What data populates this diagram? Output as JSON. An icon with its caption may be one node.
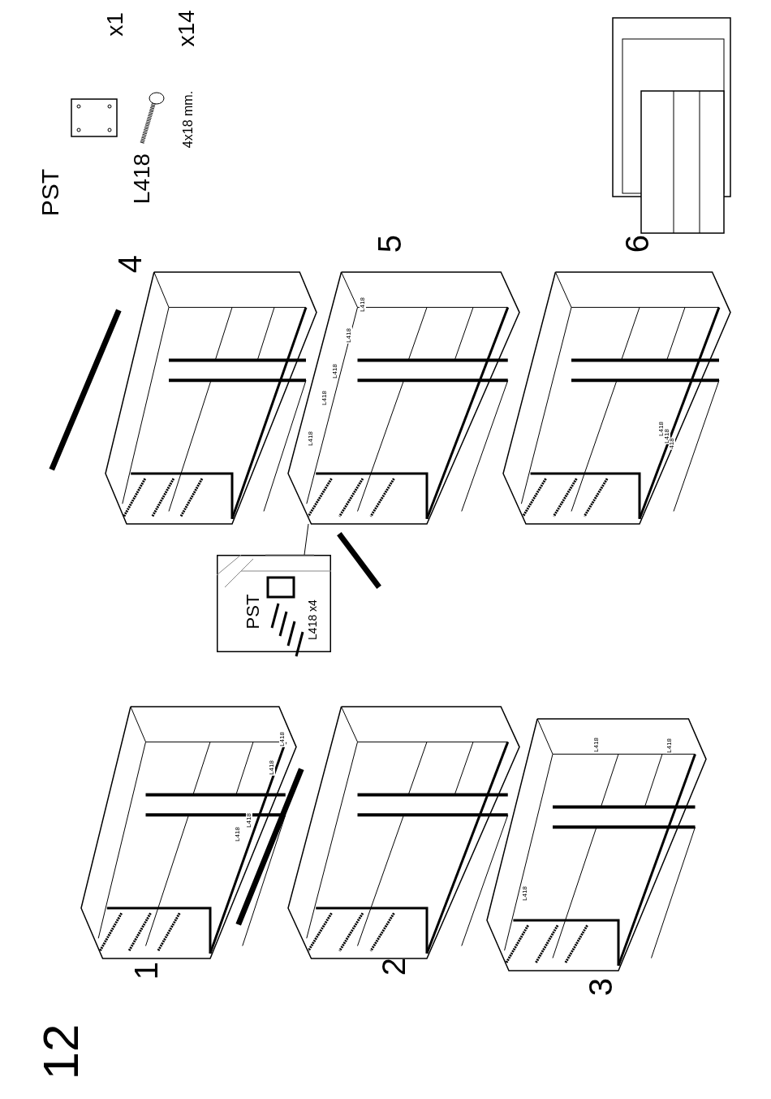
{
  "diagram": {
    "nodes": [
      {
        "text": [],
        "shape": "picture"
      },
      {
        "text": [
          "PST",
          "L418 x4"
        ]
      }
    ],
    "edges": [
      {
        "from": 1,
        "to": 0,
        "arrow": "none"
      }
    ],
    "labels": [
      "PST",
      "L418",
      "4x18 mm.",
      "x1",
      "x14",
      "4",
      "5",
      "6",
      "12",
      "1",
      "2",
      "3",
      "L418",
      "L418",
      "L418",
      "L418",
      "L418",
      "L418",
      "L418",
      "418",
      "L418",
      "L418",
      "L418",
      "L418",
      "L418",
      "L418",
      "L418"
    ]
  }
}
